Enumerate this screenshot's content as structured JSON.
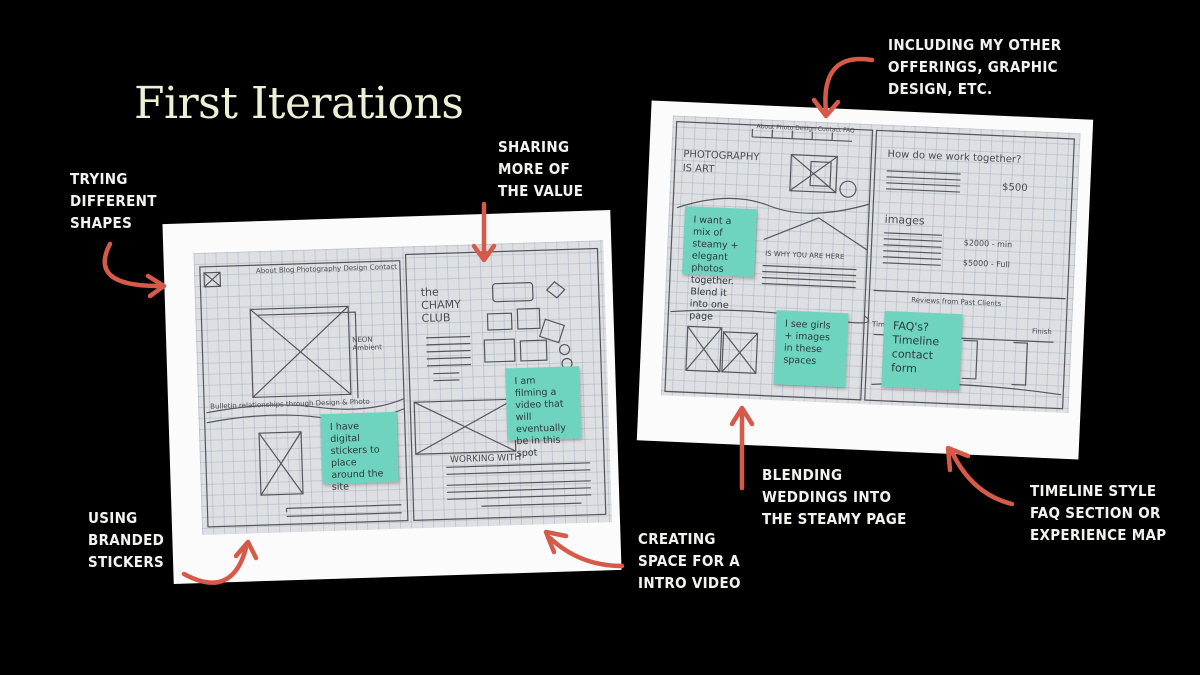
{
  "title": "First Iterations",
  "colors": {
    "background": "#000000",
    "title": "#eef0d6",
    "arrow": "#d65a4a",
    "sticky_note": "#6fd4bf"
  },
  "annotations": {
    "trying_shapes": [
      "TRYING",
      "DIFFERENT",
      "SHAPES"
    ],
    "sharing_value": [
      "SHARING",
      "MORE OF",
      "THE VALUE"
    ],
    "branded_stickers": [
      "USING",
      "BRANDED",
      "STICKERS"
    ],
    "intro_video": [
      "CREATING",
      "SPACE FOR A",
      "INTRO VIDEO"
    ],
    "other_offerings": [
      "INCLUDING MY OTHER",
      "OFFERINGS, GRAPHIC",
      "DESIGN, ETC."
    ],
    "blending_weddings": [
      "BLENDING",
      "WEDDINGS INTO",
      "THE STEAMY PAGE"
    ],
    "timeline_faq": [
      "TIMELINE STYLE",
      "FAQ SECTION OR",
      "EXPERIENCE MAP"
    ]
  },
  "photo_left": {
    "sticky_notes": [
      "I have digital stickers to place around the site",
      "I am filming a video that will eventually be in this spot"
    ],
    "sketch_text": {
      "nav": "About  Blog  Photography  Design  Contact",
      "club": "the CHAMY CLUB",
      "banner": "Bulletin relationships through Design & Photo",
      "neon": "NEON Ambient",
      "working": "WORKING WITH"
    }
  },
  "photo_right": {
    "sticky_notes": [
      "I want a mix of steamy + elegant photos together. Blend it into one page",
      "I see girls + images in these spaces",
      "FAQ's? Timeline contact form"
    ],
    "sketch_text": {
      "nav": "About  Photo  Design  Contact  FAQ",
      "photography": "PHOTOGRAPHY IS ART",
      "how": "How do we work together?",
      "price": "$500",
      "images": "images",
      "steamy": "IS WHY YOU ARE HERE",
      "rates": "$2000 - min",
      "rates2": "$5000 - Full",
      "reviews": "Reviews from Past Clients",
      "timeline": "Timeline",
      "finish": "Finish"
    }
  }
}
